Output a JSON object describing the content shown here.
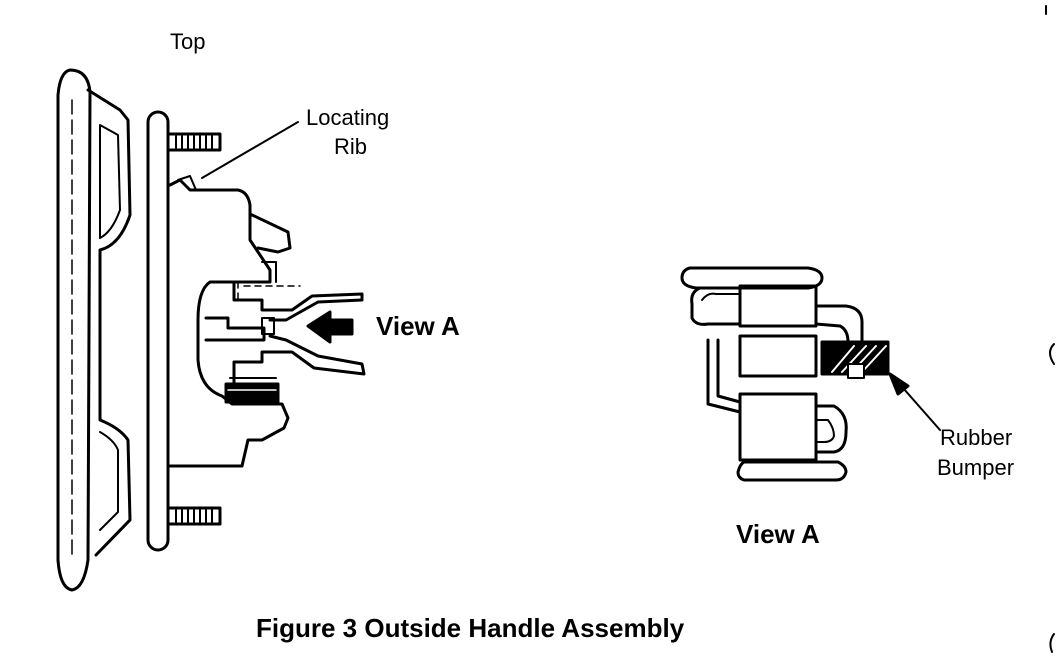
{
  "figure": {
    "caption": "Figure 3 Outside Handle Assembly",
    "labels": {
      "top": "Top",
      "locating_rib_line1": "Locating",
      "locating_rib_line2": "Rib",
      "view_a_arrow": "View A",
      "rubber_bumper_line1": "Rubber",
      "rubber_bumper_line2": "Bumper",
      "view_a_title": "View A"
    },
    "colors": {
      "ink": "#000000",
      "paper": "#ffffff"
    }
  }
}
